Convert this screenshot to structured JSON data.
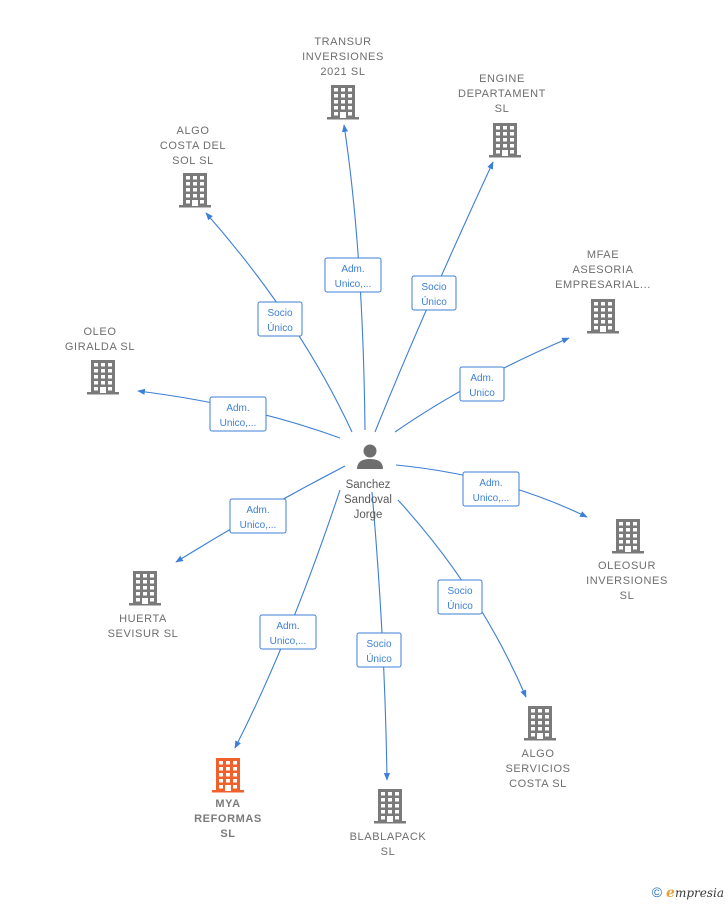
{
  "center": {
    "name_lines": [
      "Sanchez",
      "Sandoval",
      "Jorge"
    ],
    "icon": "person-icon"
  },
  "companies": [
    {
      "id": "transur",
      "lines": [
        "TRANSUR",
        "INVERSIONES",
        "2021  SL"
      ],
      "role_lines": [
        "Adm.",
        "Unico,..."
      ],
      "highlight": false
    },
    {
      "id": "engine",
      "lines": [
        "ENGINE",
        "DEPARTAMENT",
        "SL"
      ],
      "role_lines": [
        "Socio",
        "Único"
      ],
      "highlight": false
    },
    {
      "id": "algo-costa",
      "lines": [
        "ALGO",
        "COSTA DEL",
        "SOL  SL"
      ],
      "role_lines": [
        "Socio",
        "Único"
      ],
      "highlight": false
    },
    {
      "id": "mfae",
      "lines": [
        "MFAE",
        "ASESORIA",
        "EMPRESARIAL..."
      ],
      "role_lines": [
        "Adm.",
        "Unico"
      ],
      "highlight": false
    },
    {
      "id": "oleo-giralda",
      "lines": [
        "OLEO",
        "GIRALDA  SL"
      ],
      "role_lines": [
        "Adm.",
        "Unico,..."
      ],
      "highlight": false
    },
    {
      "id": "oleosur",
      "lines": [
        "OLEOSUR",
        "INVERSIONES",
        "SL"
      ],
      "role_lines": [
        "Adm.",
        "Unico,..."
      ],
      "highlight": false
    },
    {
      "id": "huerta",
      "lines": [
        "HUERTA",
        "SEVISUR  SL"
      ],
      "role_lines": [
        "Adm.",
        "Unico,..."
      ],
      "highlight": false
    },
    {
      "id": "mya",
      "lines": [
        "MYA",
        "REFORMAS",
        "SL"
      ],
      "role_lines": [
        "Adm.",
        "Unico,..."
      ],
      "highlight": true
    },
    {
      "id": "blablapack",
      "lines": [
        "BLABLAPACK",
        "SL"
      ],
      "role_lines": [
        "Socio",
        "Único"
      ],
      "highlight": false
    },
    {
      "id": "algo-servicios",
      "lines": [
        "ALGO",
        "SERVICIOS",
        "COSTA  SL"
      ],
      "role_lines": [
        "Socio",
        "Único"
      ],
      "highlight": false
    }
  ],
  "colors": {
    "edge": "#3d7fd6",
    "building": "#7a7a7a",
    "building_highlight": "#f0602a",
    "person": "#6e6e6e"
  },
  "footer": {
    "copyright_symbol": "©",
    "brand_initial": "e",
    "brand_rest": "mpresia"
  }
}
